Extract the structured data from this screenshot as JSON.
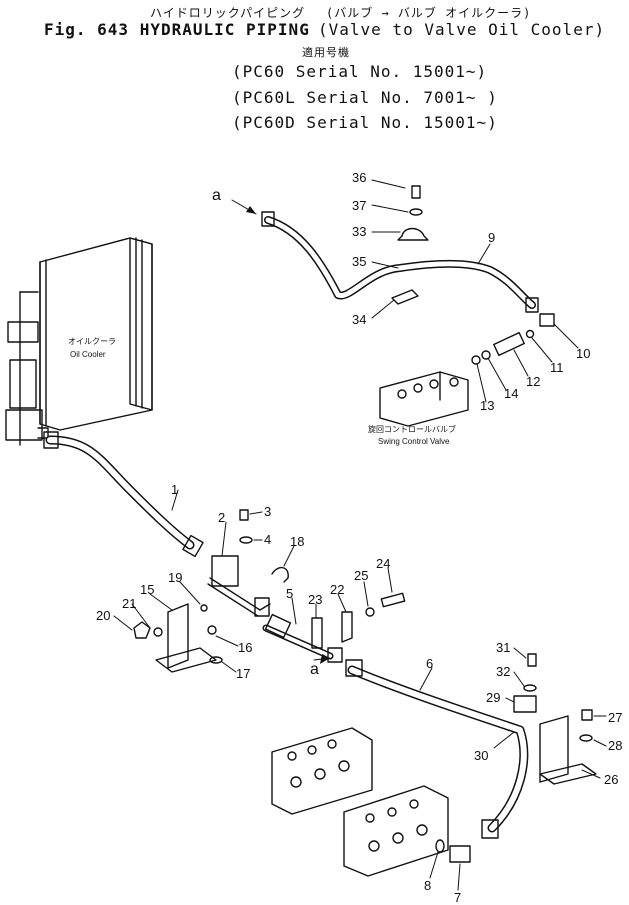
{
  "header": {
    "japanese_title": "ハイドロリックパイピング",
    "japanese_subtitle": "(バルブ → バルブ オイルクーラ)",
    "figure_title": "Fig. 643 HYDRAULIC PIPING",
    "subtitle": "(Valve to Valve Oil Cooler)",
    "applicable_models_label": "適用号機",
    "serials": [
      "(PC60   Serial No. 15001~)",
      "(PC60L  Serial No. 7001~ )",
      "(PC60D  Serial No. 15001~)"
    ]
  },
  "components": {
    "oil_cooler_jp": "オイルクーラ",
    "oil_cooler": "Oil Cooler",
    "swing_valve_jp": "旋回コントロールバルブ",
    "swing_valve": "Swing Control Valve"
  },
  "callouts": {
    "c1": "1",
    "c2": "2",
    "c3": "3",
    "c4": "4",
    "c5": "5",
    "c6": "6",
    "c7": "7",
    "c8": "8",
    "c9": "9",
    "c10": "10",
    "c11": "11",
    "c12": "12",
    "c13": "13",
    "c14": "14",
    "c15": "15",
    "c16": "16",
    "c17": "17",
    "c18": "18",
    "c19": "19",
    "c20": "20",
    "c21": "21",
    "c22": "22",
    "c23": "23",
    "c24": "24",
    "c25": "25",
    "c26": "26",
    "c27": "27",
    "c28": "28",
    "c29": "29",
    "c30": "30",
    "c31": "31",
    "c32": "32",
    "c33": "33",
    "c34": "34",
    "c35": "35",
    "c36": "36",
    "c37": "37",
    "a_top": "a",
    "a_mid": "a"
  }
}
